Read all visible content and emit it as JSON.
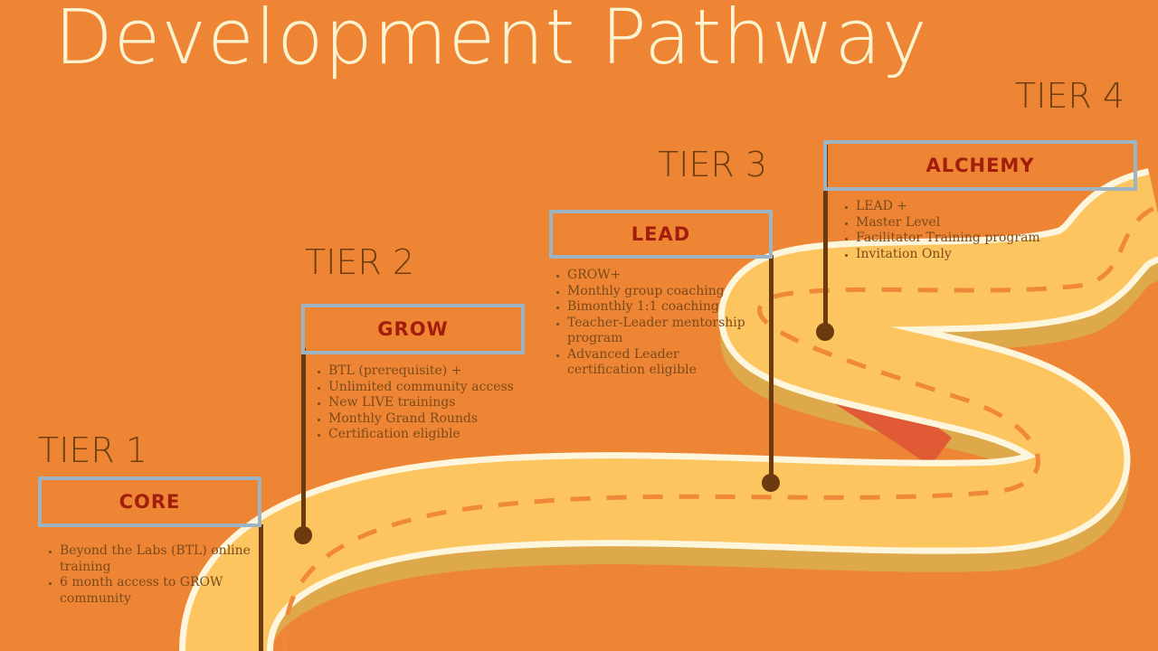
{
  "title": "Development Pathway",
  "tiers": [
    {
      "tier_label": "TIER 1",
      "name": "CORE",
      "items": [
        "Beyond the Labs  (BTL) online training",
        "6 month access to GROW community"
      ]
    },
    {
      "tier_label": "TIER 2",
      "name": "GROW",
      "items": [
        "BTL (prerequisite) +",
        "Unlimited community access",
        "New LIVE trainings",
        "Monthly Grand Rounds",
        "Certification eligible"
      ]
    },
    {
      "tier_label": "TIER 3",
      "name": "LEAD",
      "items": [
        "GROW+",
        "Monthly group coaching",
        "Bimonthly 1:1 coaching",
        "Teacher-Leader mentorship program",
        "Advanced Leader certification eligible"
      ]
    },
    {
      "tier_label": "TIER 4",
      "name": "ALCHEMY",
      "items": [
        "LEAD +",
        "Master Level",
        "Facilitator Training program",
        "Invitation Only"
      ]
    }
  ],
  "colors": {
    "background": "#EE8535",
    "road": "#FDC55F",
    "box_border": "#9DB4C5",
    "box_text": "#A31D0B"
  }
}
